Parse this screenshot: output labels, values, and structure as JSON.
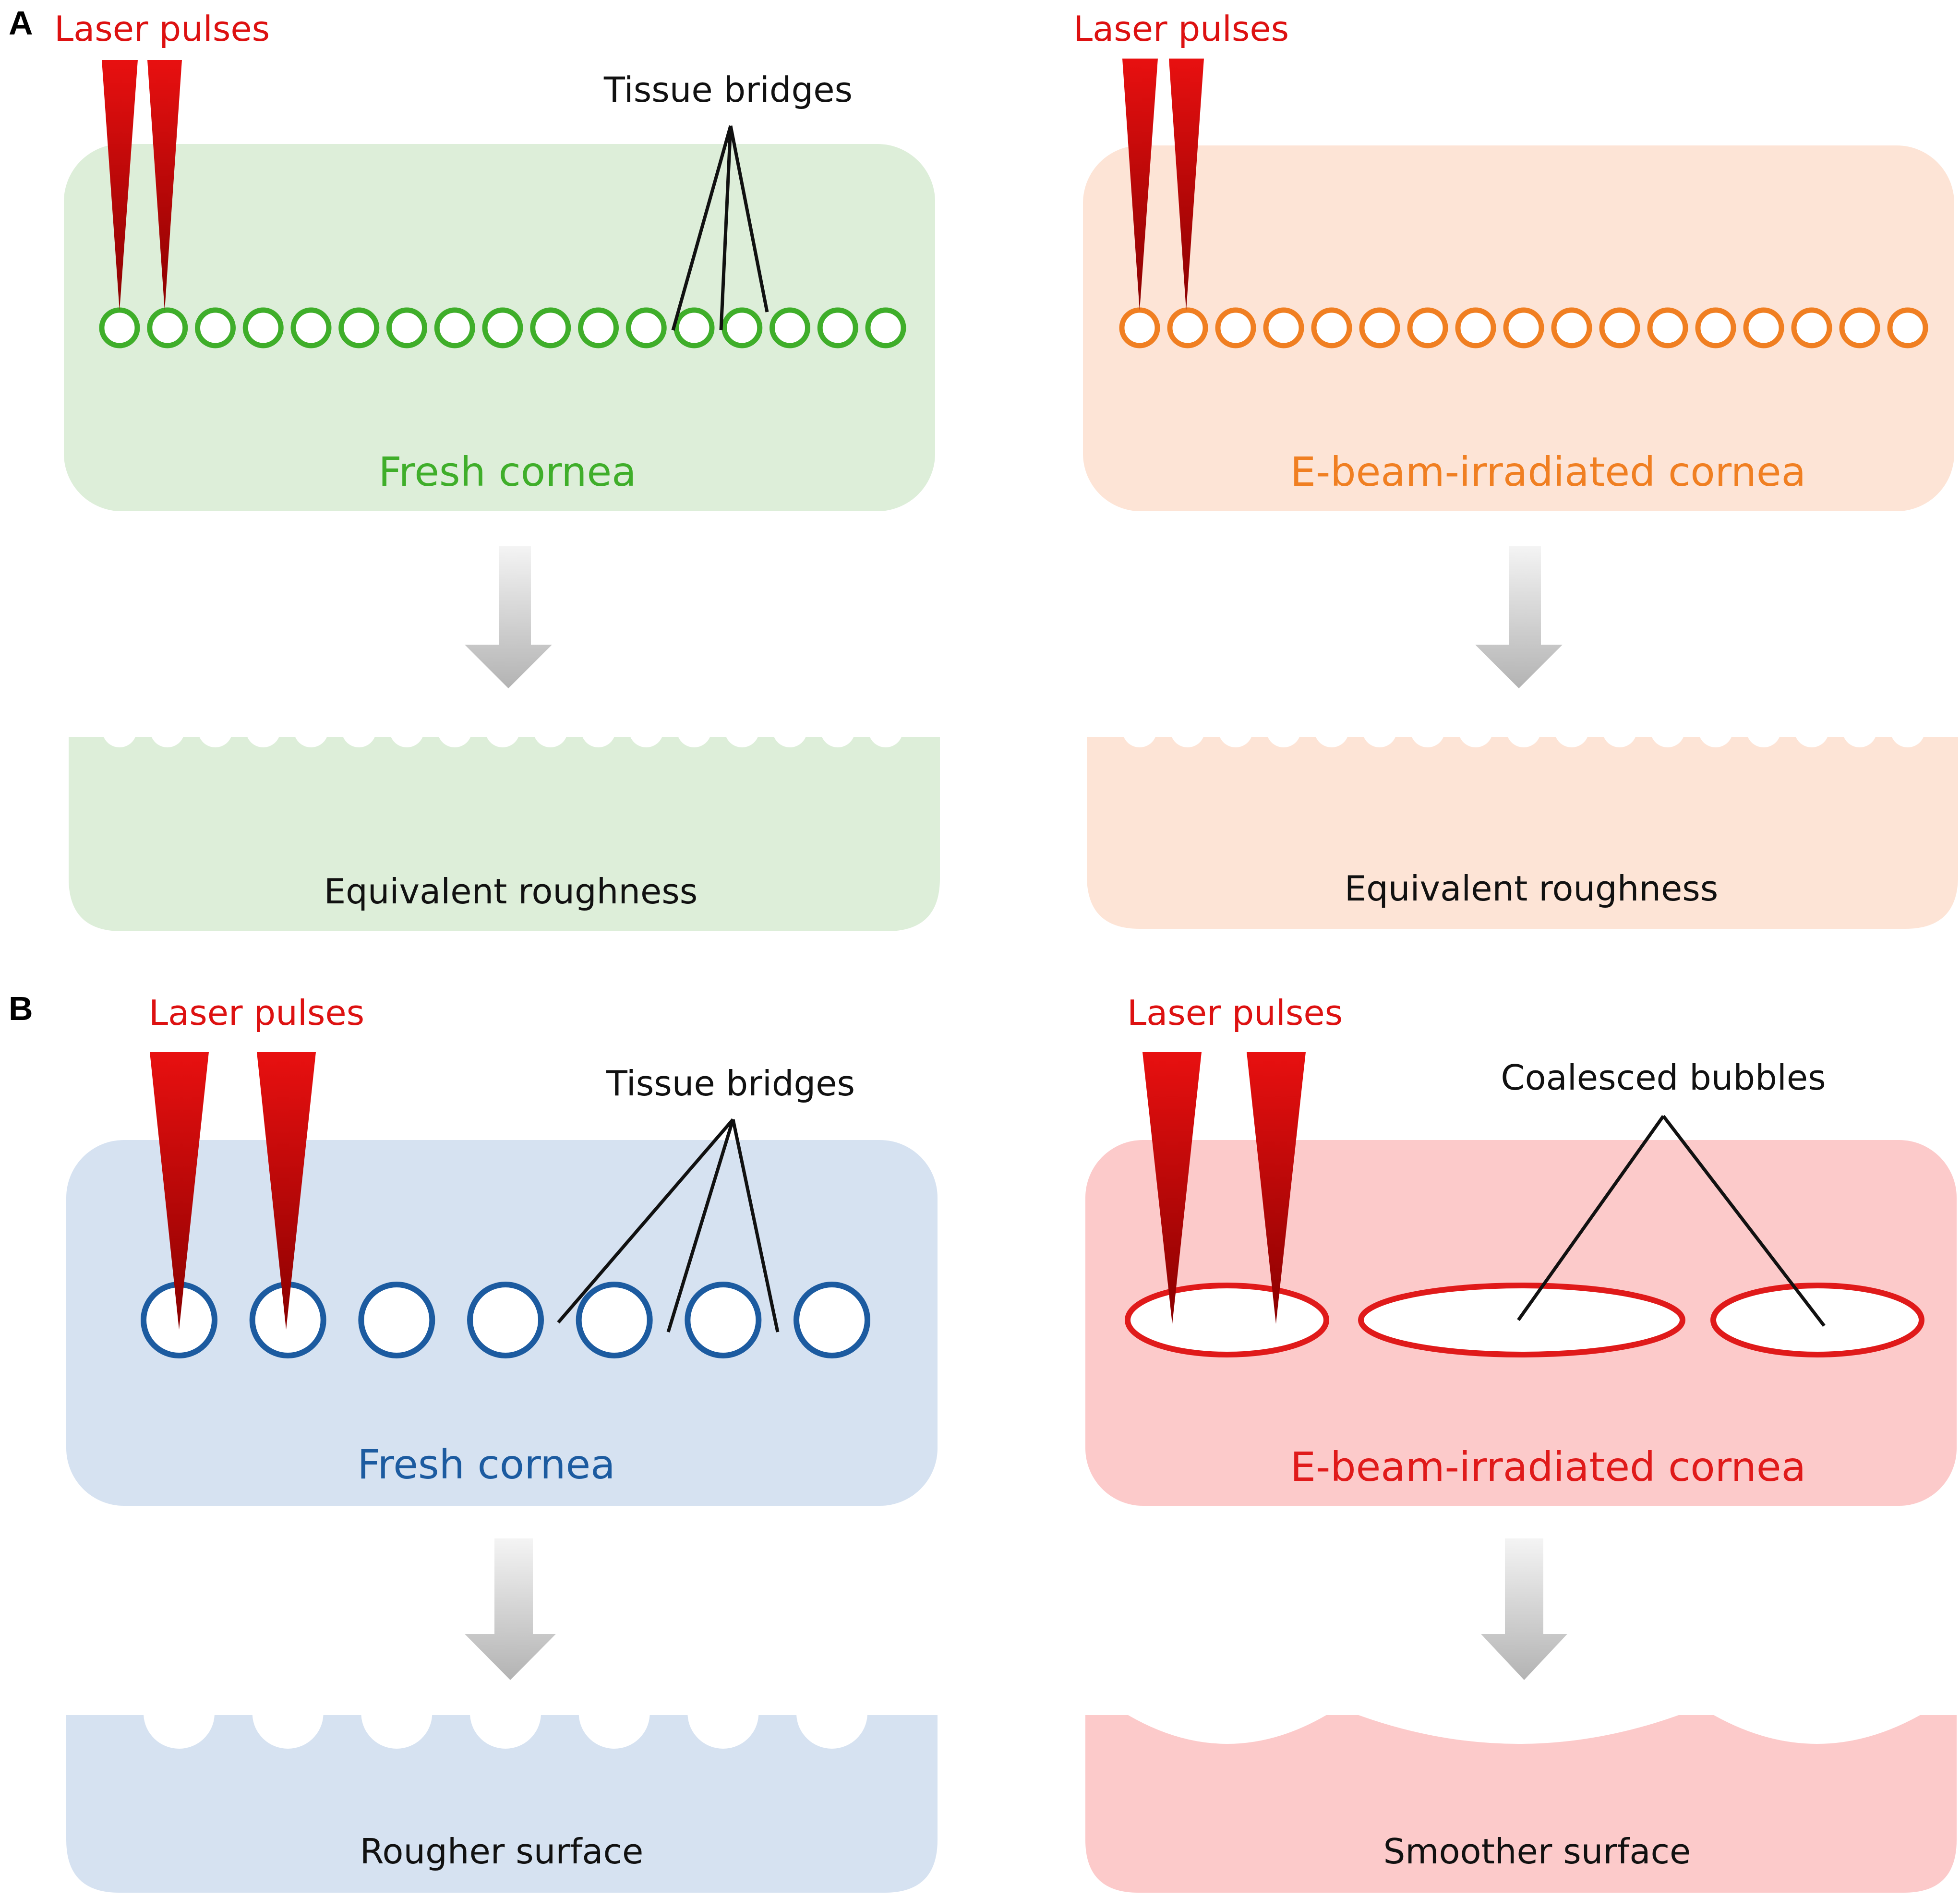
{
  "colors": {
    "laser": "#dd1111",
    "laser_dark": "#8a0000",
    "arrow_light": "#f2f2f2",
    "arrow_dark": "#b5b5b5",
    "green_bg": "#ddeed9",
    "green_stroke": "#3fae2a",
    "orange_bg": "#fde4d6",
    "orange_stroke": "#f07f22",
    "blue_bg": "#d6e2f1",
    "blue_stroke": "#1c5ba0",
    "red_bg": "#fccaca",
    "red_stroke": "#e01a1a"
  },
  "panelA": {
    "letter": "A",
    "left": {
      "laser_label": "Laser pulses",
      "callout": "Tissue bridges",
      "cornea_label": "Fresh cornea",
      "result_label": "Equivalent roughness"
    },
    "right": {
      "laser_label": "Laser pulses",
      "cornea_label": "E-beam-irradiated cornea",
      "result_label": "Equivalent roughness"
    }
  },
  "panelB": {
    "letter": "B",
    "left": {
      "laser_label": "Laser pulses",
      "callout": "Tissue bridges",
      "cornea_label": "Fresh cornea",
      "result_label": "Rougher surface"
    },
    "right": {
      "laser_label": "Laser pulses",
      "callout": "Coalesced bubbles",
      "cornea_label": "E-beam-irradiated cornea",
      "result_label": "Smoother surface"
    }
  }
}
